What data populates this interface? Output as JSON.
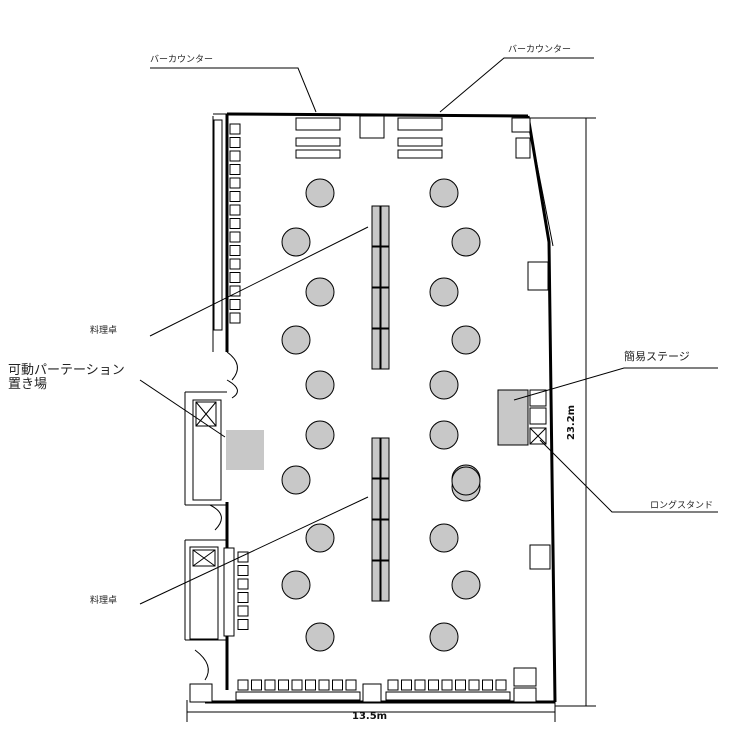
{
  "labels": {
    "bar_counter_left": "バーカウンター",
    "bar_counter_right": "バーカウンター",
    "food_table_upper": "料理卓",
    "food_table_lower": "料理卓",
    "partition_storage_line1": "可動パーテーション",
    "partition_storage_line2": "置き場",
    "simple_stage": "簡易ステージ",
    "long_stand": "ロングスタンド"
  },
  "dimensions": {
    "width": "13.5m",
    "height": "23.2m"
  },
  "counts": {
    "round_tables": 22,
    "food_table_segments": 8
  },
  "colors": {
    "line": "#000000",
    "table_fill": "#c8c8c8",
    "partition_fill": "#c8c8c8"
  }
}
